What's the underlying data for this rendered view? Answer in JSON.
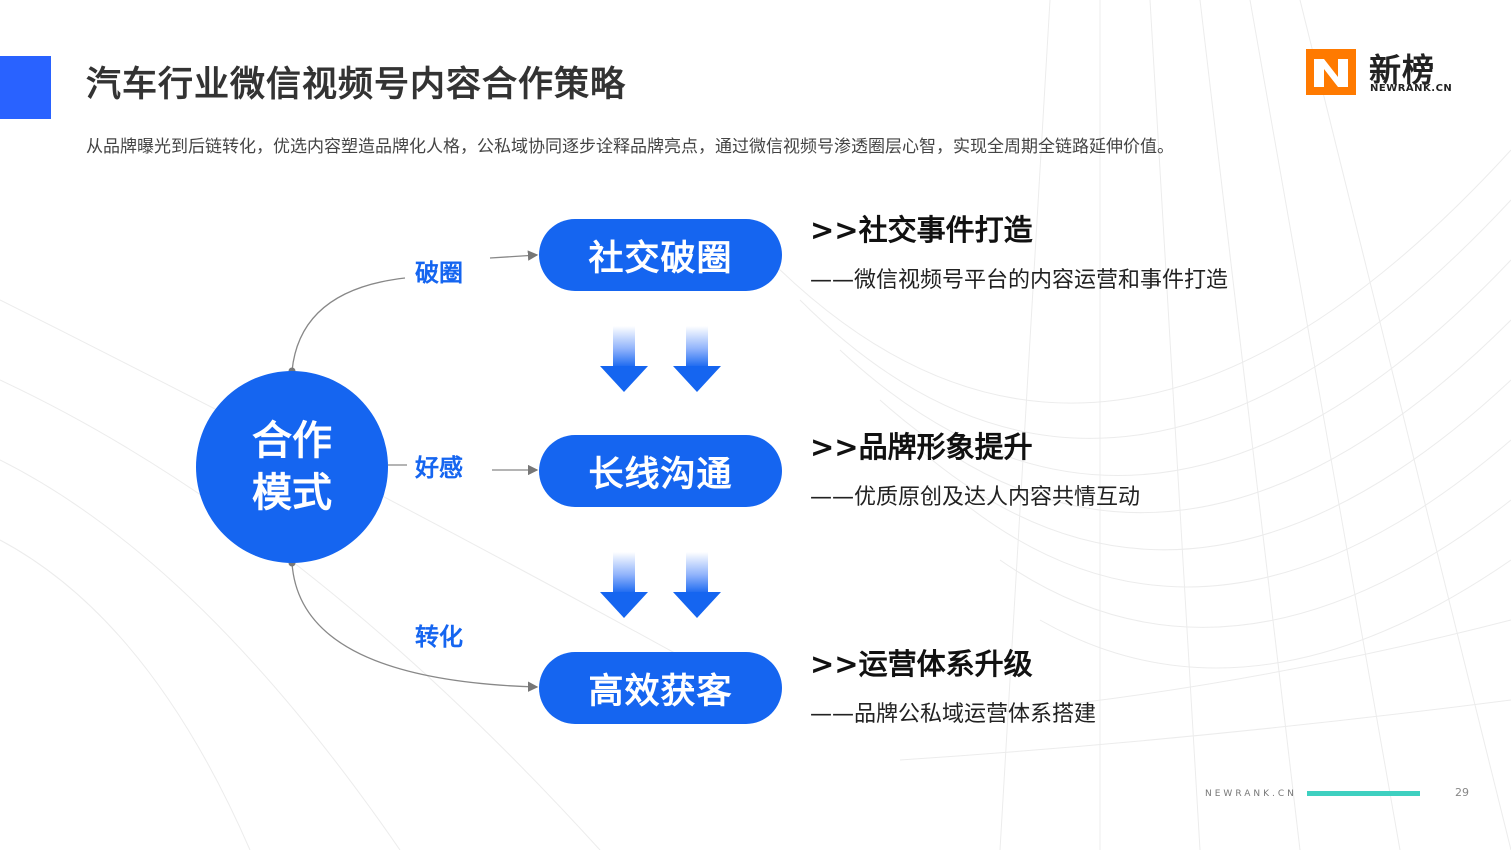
{
  "header": {
    "title": "汽车行业微信视频号内容合作策略",
    "subtitle": "从品牌曝光到后链转化，优选内容塑造品牌化人格，公私域协同逐步诠释品牌亮点，通过微信视频号渗透圈层心智，实现全周期全链路延伸价值。"
  },
  "logo": {
    "cn": "新榜",
    "en": "NEWRANK.CN"
  },
  "diagram": {
    "center_line1": "合作",
    "center_line2": "模式",
    "edges": {
      "top": "破圈",
      "middle": "好感",
      "bottom": "转化"
    },
    "nodes": [
      "社交破圈",
      "长线沟通",
      "高效获客"
    ],
    "details": [
      {
        "heading": ">>社交事件打造",
        "desc": "——微信视频号平台的内容运营和事件打造"
      },
      {
        "heading": ">>品牌形象提升",
        "desc": "——优质原创及达人内容共情互动"
      },
      {
        "heading": ">>运营体系升级",
        "desc": "——品牌公私域运营体系搭建"
      }
    ]
  },
  "footer": {
    "site": "NEWRANK.CN",
    "page": "29"
  },
  "colors": {
    "primary": "#1565f0",
    "accent": "#2962ff",
    "teal": "#3ed0c0",
    "logo_orange": "#ff7a00"
  }
}
